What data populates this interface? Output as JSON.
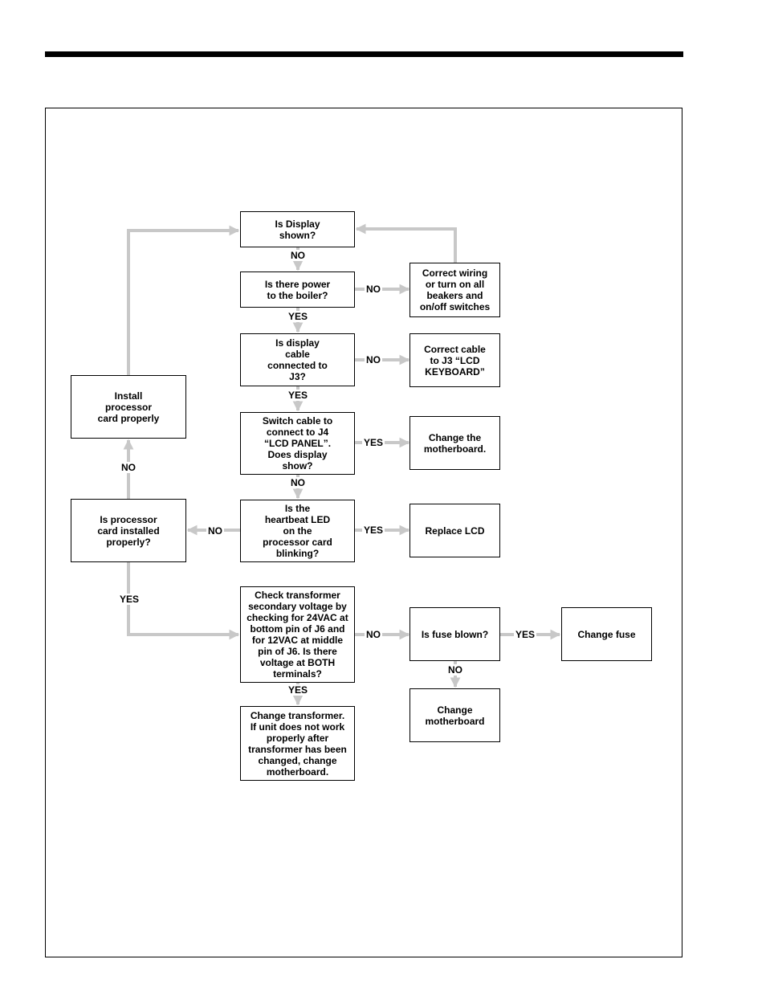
{
  "colors": {
    "connector": "#c8c8c8",
    "border": "#000000",
    "background": "#ffffff"
  },
  "nodes": {
    "display_shown": "Is Display\nshown?",
    "power_to_boiler": "Is there power\nto the boiler?",
    "correct_wiring": "Correct wiring\nor turn on all\nbeakers and\non/off switches",
    "display_cable_connected": "Is display\ncable\nconnected to\nJ3?",
    "correct_cable": "Correct cable\nto J3 “LCD\nKEYBOARD”",
    "switch_cable": "Switch cable to\nconnect to J4\n“LCD PANEL”.\nDoes display\nshow?",
    "change_motherboard_1": "Change the\nmotherboard.",
    "heartbeat_led": "Is the\nheartbeat LED\non the\nprocessor card\nblinking?",
    "replace_lcd": "Replace LCD",
    "processor_installed": "Is processor\ncard installed\nproperly?",
    "install_processor": "Install\nprocessor\ncard properly",
    "check_transformer": "Check transformer\nsecondary voltage by\nchecking for 24VAC at\nbottom pin of J6 and\nfor 12VAC at middle\npin of J6. Is there\nvoltage at BOTH\nterminals?",
    "fuse_blown": "Is fuse blown?",
    "change_fuse": "Change fuse",
    "change_motherboard_2": "Change\nmotherboard",
    "change_transformer": "Change transformer.\nIf unit does not work\nproperly after\ntransformer has been\nchanged, change\nmotherboard."
  },
  "labels": {
    "no_display": "NO",
    "yes_power": "YES",
    "no_power": "NO",
    "yes_cable": "YES",
    "no_cable": "NO",
    "yes_switch": "YES",
    "no_switch": "NO",
    "yes_heartbeat": "YES",
    "no_heartbeat": "NO",
    "no_processor": "NO",
    "yes_processor": "YES",
    "no_transformer": "NO",
    "yes_transformer": "YES",
    "yes_fuse": "YES",
    "no_fuse": "NO"
  }
}
